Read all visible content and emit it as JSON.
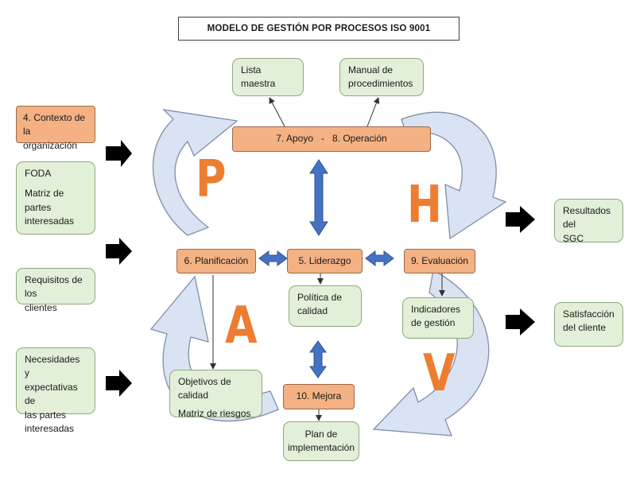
{
  "title": "MODELO DE GESTIÓN POR PROCESOS ISO 9001",
  "letters": {
    "p": "P",
    "h": "H",
    "a": "A",
    "v": "V"
  },
  "colors": {
    "green_fill": "#e2efd9",
    "orange_fill": "#f4b183",
    "blue_arrow": "#4472c4",
    "curve_fill": "#dae3f3",
    "letter": "#ed7d31"
  },
  "inputs": {
    "contexto": {
      "line1": "4. Contexto de la",
      "line2": "organización"
    },
    "foda": {
      "line1": "FODA",
      "line2": "Matriz de",
      "line3": "partes",
      "line4": "interesadas"
    },
    "requisitos": {
      "line1": "Requisitos de los",
      "line2": "clientes"
    },
    "necesidades": {
      "line1": "Necesidades y",
      "line2": "expectativas de",
      "line3": "las partes",
      "line4": "interesadas"
    }
  },
  "outputs": {
    "resultados": {
      "line1": "Resultados del",
      "line2": "SGC"
    },
    "satisfaccion": {
      "line1": "Satisfacción",
      "line2": "del cliente"
    }
  },
  "documents": {
    "lista_maestra": "Lista maestra",
    "manual": {
      "line1": "Manual de",
      "line2": "procedimientos"
    },
    "politica": {
      "line1": "Política de",
      "line2": "calidad"
    },
    "indicadores": {
      "line1": "Indicadores",
      "line2": "de gestión"
    },
    "objetivos": {
      "line1": "Objetivos de calidad",
      "line2": "Matriz de riesgos"
    },
    "plan": {
      "line1": "Plan de",
      "line2": "implementación"
    }
  },
  "processes": {
    "apoyo_operacion": "7. Apoyo   -   8. Operación",
    "planificacion": "6. Planificación",
    "liderazgo": "5. Liderazgo",
    "evaluacion": "9. Evaluación",
    "mejora": "10. Mejora"
  }
}
